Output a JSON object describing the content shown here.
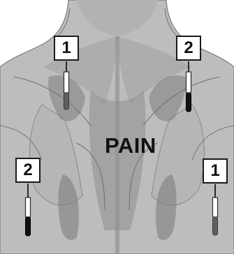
{
  "diagram": {
    "center_label": "PAIN",
    "electrodes": [
      {
        "id": "top-left",
        "number": "1",
        "wire_color": "#555555"
      },
      {
        "id": "top-right",
        "number": "2",
        "wire_color": "#111111"
      },
      {
        "id": "bottom-left",
        "number": "2",
        "wire_color": "#111111"
      },
      {
        "id": "bottom-right",
        "number": "1",
        "wire_color": "#555555"
      }
    ],
    "colors": {
      "skin": "#bdbdbd",
      "muscle_shadow": "#9a9a9a",
      "pain_region": "#7d7d7d",
      "outline": "#5a5a5a"
    }
  }
}
